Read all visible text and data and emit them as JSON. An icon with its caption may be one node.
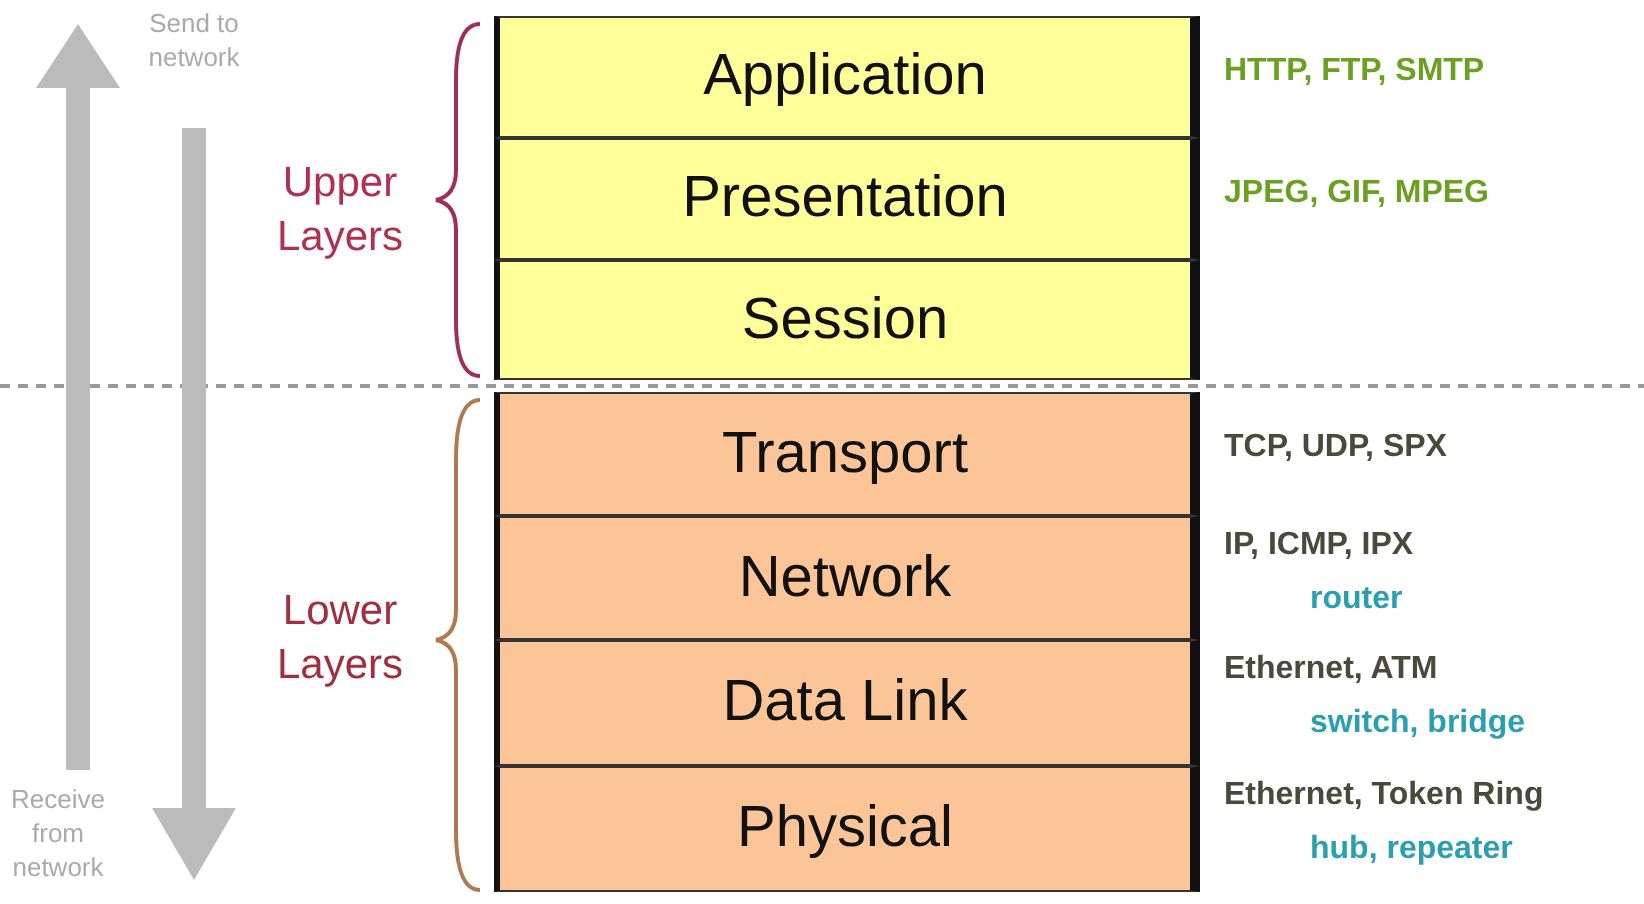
{
  "diagram": {
    "nodes": [
      {
        "text": [
          "Application"
        ],
        "beside": [
          "HTTP, FTP, SMTP"
        ]
      },
      {
        "text": [
          "Presentation"
        ],
        "beside": [
          "JPEG, GIF, MPEG"
        ]
      },
      {
        "text": [
          "Session"
        ]
      },
      {
        "text": [
          "Transport"
        ],
        "beside": [
          "TCP, UDP, SPX"
        ]
      },
      {
        "text": [
          "Network"
        ],
        "beside": [
          "IP, ICMP, IPX",
          "router"
        ]
      },
      {
        "text": [
          "Data Link"
        ],
        "beside": [
          "Ethernet, ATM",
          "switch, bridge"
        ]
      },
      {
        "text": [
          "Physical"
        ],
        "beside": [
          "Ethernet, Token Ring",
          "hub, repeater"
        ]
      }
    ],
    "edges": [],
    "labels": [
      "Send to network",
      "Upper Layers",
      "Lower Layers",
      "Receive from network"
    ]
  }
}
